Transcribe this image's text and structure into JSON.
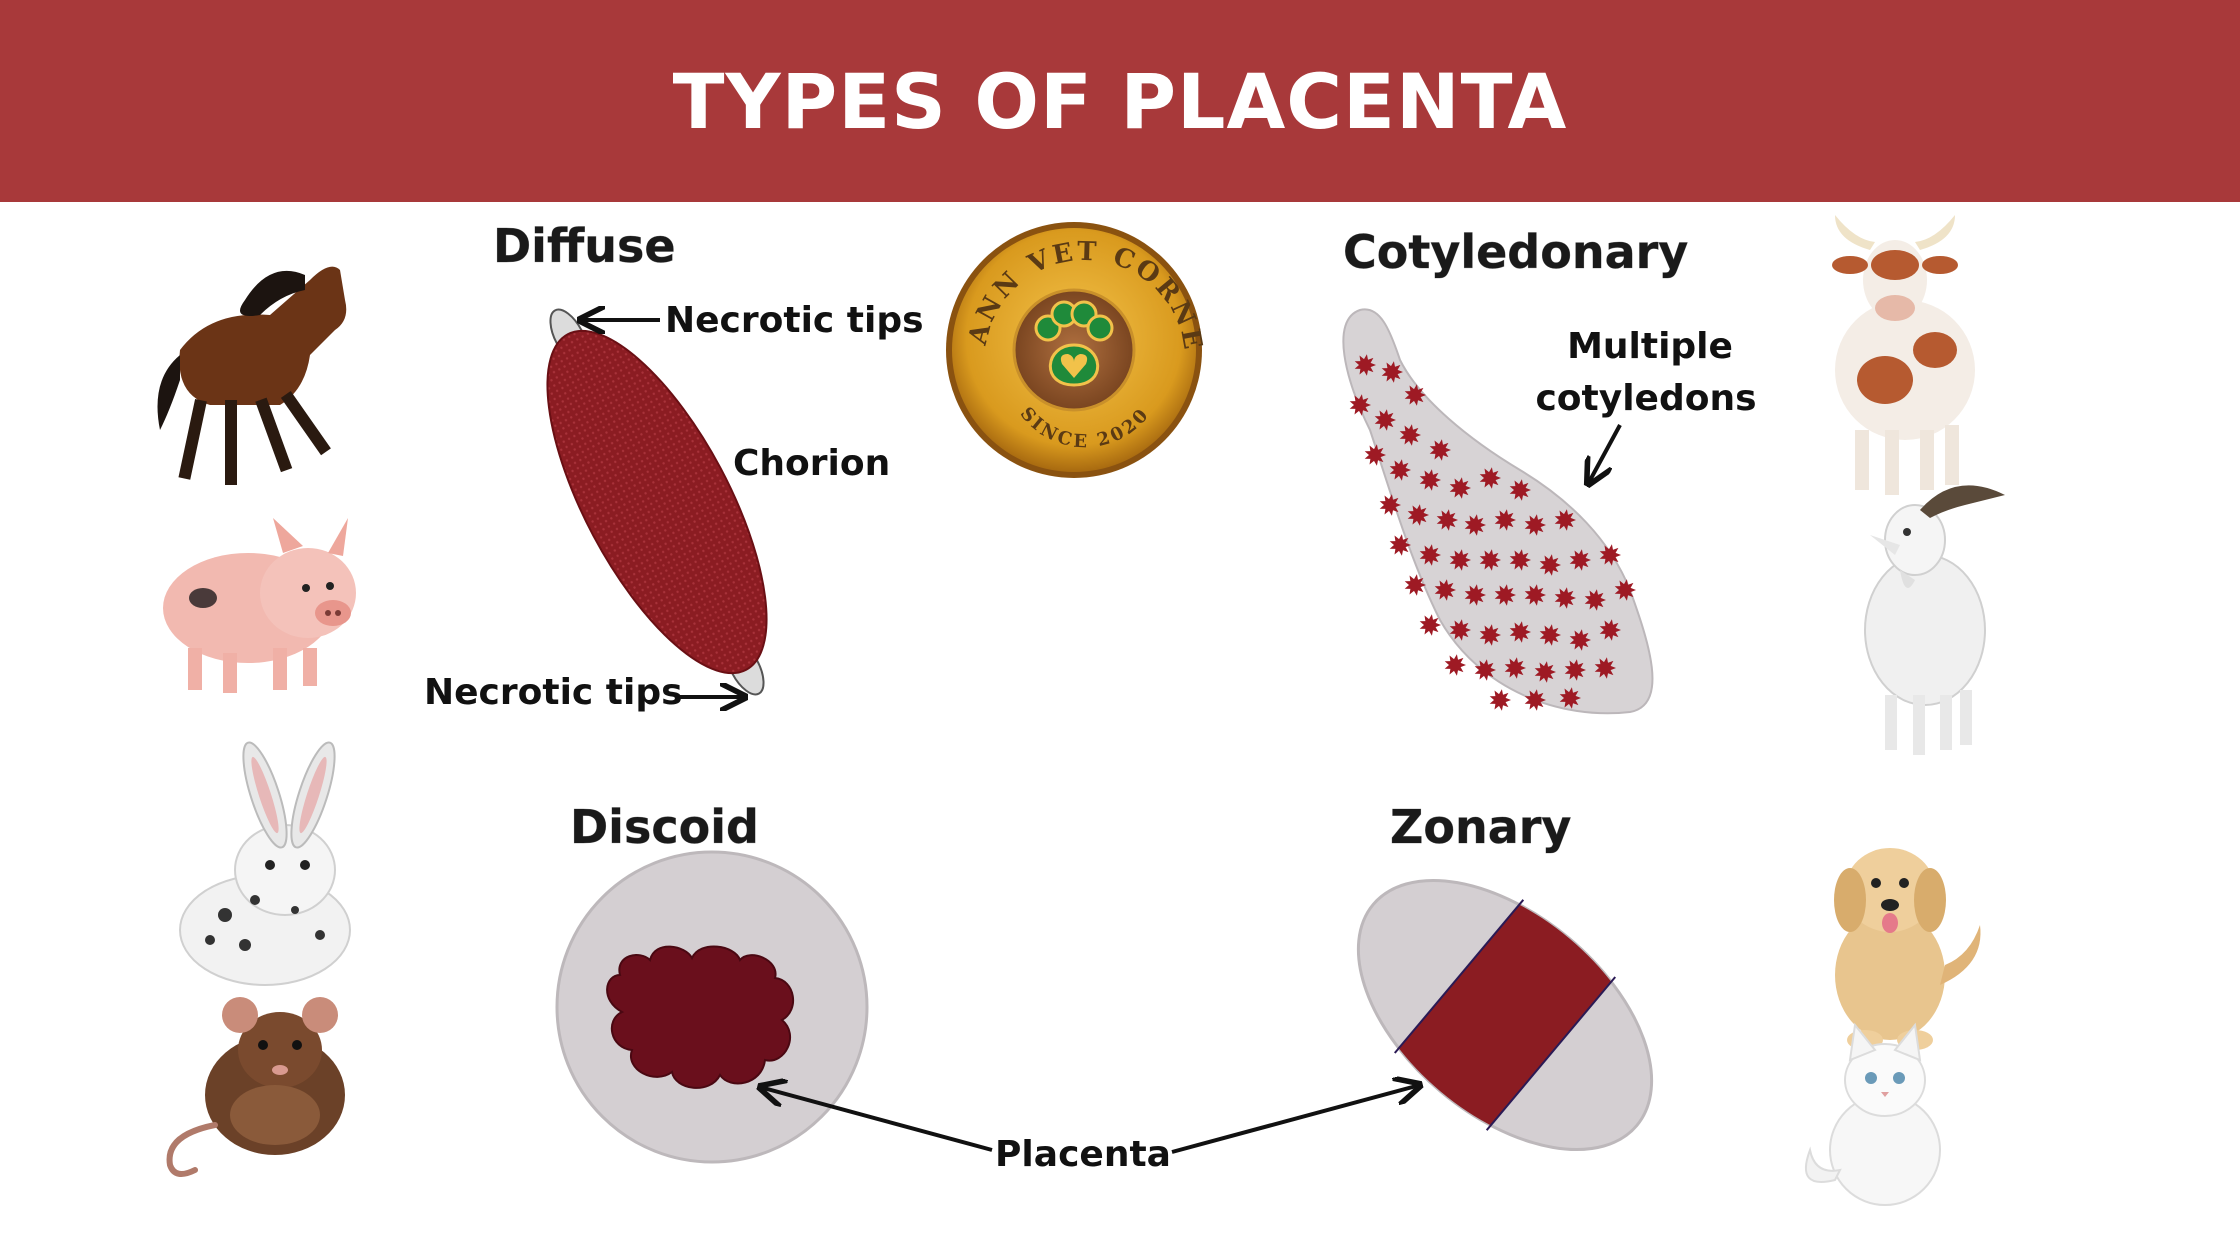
{
  "header": {
    "title": "TYPES OF PLACENTA"
  },
  "logo": {
    "ring_text": "MANN VET CORNER",
    "since_text": "SINCE 2020"
  },
  "diffuse": {
    "title": "Diffuse",
    "label_tips_top": "Necrotic tips",
    "label_chorion": "Chorion",
    "label_tips_bottom": "Necrotic tips"
  },
  "cotyledonary": {
    "title": "Cotyledonary",
    "label_line1": "Multiple",
    "label_line2": "cotyledons"
  },
  "discoid": {
    "title": "Discoid"
  },
  "zonary": {
    "title": "Zonary"
  },
  "shared": {
    "label_placenta": "Placenta"
  },
  "colors": {
    "header": "#a8393a",
    "placenta": "#8b1c22",
    "discoid_placenta": "#6a0f1c",
    "membrane": "#d4cfd2"
  },
  "animals": {
    "left": [
      "horse-icon",
      "pig-icon",
      "rabbit-icon",
      "rat-icon"
    ],
    "right": [
      "cow-icon",
      "goat-icon",
      "dog-icon",
      "cat-icon"
    ]
  }
}
